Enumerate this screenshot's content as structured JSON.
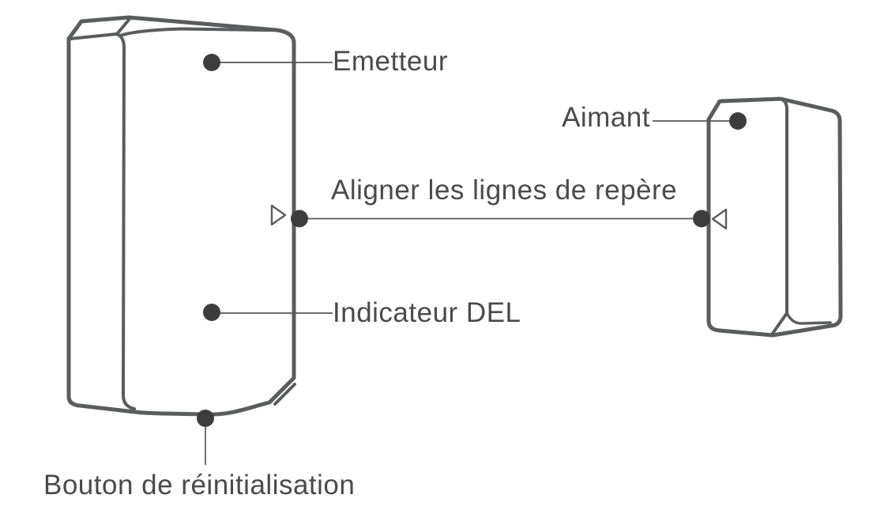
{
  "diagram": {
    "title": "door-window-sensor-callout-diagram",
    "labels": {
      "emitter": "Emetteur",
      "magnet": "Aimant",
      "align": "Aligner les lignes de repère",
      "led": "Indicateur DEL",
      "reset": "Bouton de réinitialisation"
    },
    "colors": {
      "background": "#ffffff",
      "outline": "#5b5c5d",
      "leader": "#55565a",
      "marker": "#3d3d3e",
      "text": "#4a4a4b"
    }
  }
}
